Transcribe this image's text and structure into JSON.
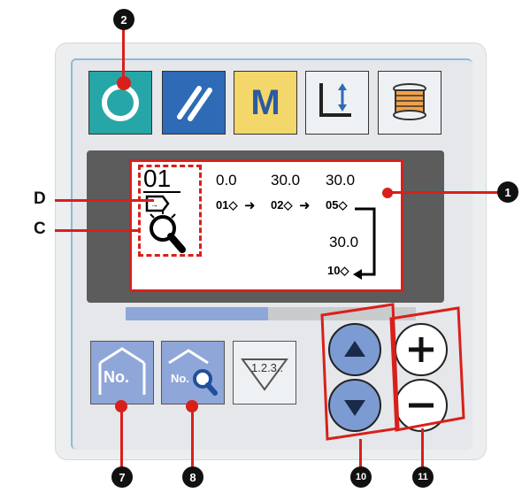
{
  "callouts": {
    "c1": "1",
    "c2": "2",
    "c7": "7",
    "c8": "8",
    "c10": "10",
    "c11": "11"
  },
  "side_labels": {
    "d": "D",
    "c": "C"
  },
  "top_buttons": {
    "ready_icon": "circle-icon",
    "reset_icon": "double-slash-icon",
    "mode_label": "M",
    "presser_icon": "presser-foot-icon",
    "winder_icon": "bobbin-winder-icon"
  },
  "screen": {
    "pattern_no": "01",
    "values": [
      "0.0",
      "30.0",
      "30.0"
    ],
    "steps": [
      "01",
      "02",
      "05"
    ],
    "lower_value": "30.0",
    "lower_step": "10"
  },
  "progress": {
    "filled_fraction": 0.49
  },
  "bottom_buttons": {
    "no_label": "No.",
    "search_label": "No.",
    "sequence_label": "1.2.3.."
  },
  "colors": {
    "accent_red": "#d8201b",
    "ready_teal": "#27a6a8",
    "reset_blue": "#2e6ab5",
    "mode_yellow": "#f4d76a",
    "key_blue": "#8fa6d8"
  }
}
